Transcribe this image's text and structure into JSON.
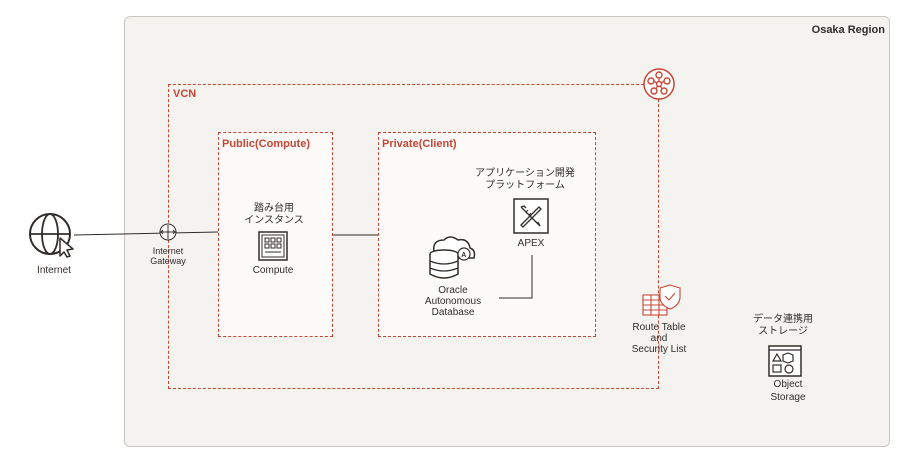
{
  "region": {
    "label": "Osaka Region"
  },
  "vcn": {
    "label": "VCN"
  },
  "public_subnet": {
    "label": "Public(Compute)",
    "instance_title_line1": "踏み台用",
    "instance_title_line2": "インスタンス",
    "compute_label": "Compute"
  },
  "private_subnet": {
    "label": "Private(Client)",
    "platform_line1": "アプリケーション開発",
    "platform_line2": "プラットフォーム",
    "apex_label": "APEX",
    "adb_line1": "Oracle",
    "adb_line2": "Autonomous",
    "adb_line3": "Database"
  },
  "internet": {
    "label": "Internet"
  },
  "gateway": {
    "line1": "Internet",
    "line2": "Gateway"
  },
  "route_table": {
    "line1": "Route Table",
    "line2": "and",
    "line3": "Security List"
  },
  "storage": {
    "title_line1": "データ連携用",
    "title_line2": "ストレージ",
    "line1": "Object",
    "line2": "Storage"
  },
  "colors": {
    "accent": "#c74634",
    "icon": "#312d2a",
    "region_bg": "#f4f3ef"
  }
}
